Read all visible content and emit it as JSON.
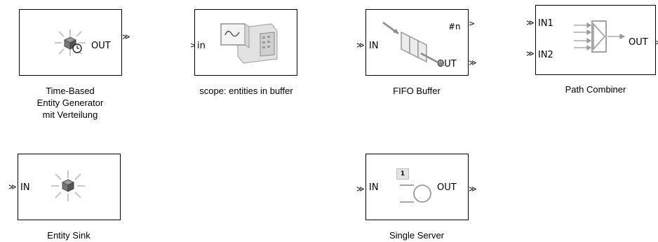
{
  "blocks": {
    "generator": {
      "out_port": "OUT",
      "out_arrow": "≫",
      "caption": [
        "Time-Based",
        "Entity Generator",
        "mit Verteilung"
      ]
    },
    "scope": {
      "in_port": "in",
      "in_arrow": ">",
      "caption": "scope: entities in buffer"
    },
    "fifo": {
      "in_port": "IN",
      "in_arrow": "≫",
      "n_port": "#n",
      "n_arrow": ">",
      "out_port": "OUT",
      "out_arrow": "≫",
      "caption": "FIFO Buffer"
    },
    "combiner": {
      "in1_port": "IN1",
      "in2_port": "IN2",
      "in_arrow": "≫",
      "out_port": "OUT",
      "out_arrow": ">",
      "caption": "Path Combiner"
    },
    "sink": {
      "in_port": "IN",
      "in_arrow": "≫",
      "caption": "Entity Sink"
    },
    "server": {
      "in_port": "IN",
      "in_arrow": "≫",
      "out_port": "OUT",
      "out_arrow": "≫",
      "badge": "1",
      "caption": "Single Server"
    }
  }
}
